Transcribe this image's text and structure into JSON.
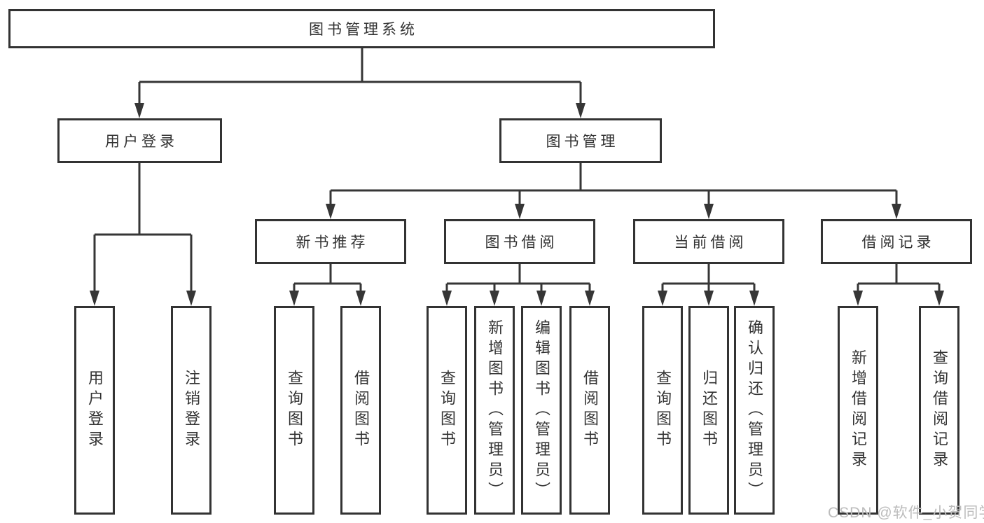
{
  "tree": {
    "label": "图书管理系统",
    "children": [
      {
        "label": "用户登录",
        "children": [
          {
            "label": "用户登录"
          },
          {
            "label": "注销登录"
          }
        ]
      },
      {
        "label": "图书管理",
        "children": [
          {
            "label": "新书推荐",
            "children": [
              {
                "label": "查询图书"
              },
              {
                "label": "借阅图书"
              }
            ]
          },
          {
            "label": "图书借阅",
            "children": [
              {
                "label": "查询图书"
              },
              {
                "label": "新增图书（管理员）"
              },
              {
                "label": "编辑图书（管理员）"
              },
              {
                "label": "借阅图书"
              }
            ]
          },
          {
            "label": "当前借阅",
            "children": [
              {
                "label": "查询图书"
              },
              {
                "label": "归还图书"
              },
              {
                "label": "确认归还（管理员）"
              }
            ]
          },
          {
            "label": "借阅记录",
            "children": [
              {
                "label": "新增借阅记录"
              },
              {
                "label": "查询借阅记录"
              }
            ]
          }
        ]
      }
    ]
  },
  "watermark": {
    "text": "CSDN @软件_小贺同学"
  },
  "colors": {
    "line": "#363636",
    "box_border": "#333333",
    "text": "#333333",
    "watermark": "#bcbcbc",
    "background": "#ffffff"
  }
}
